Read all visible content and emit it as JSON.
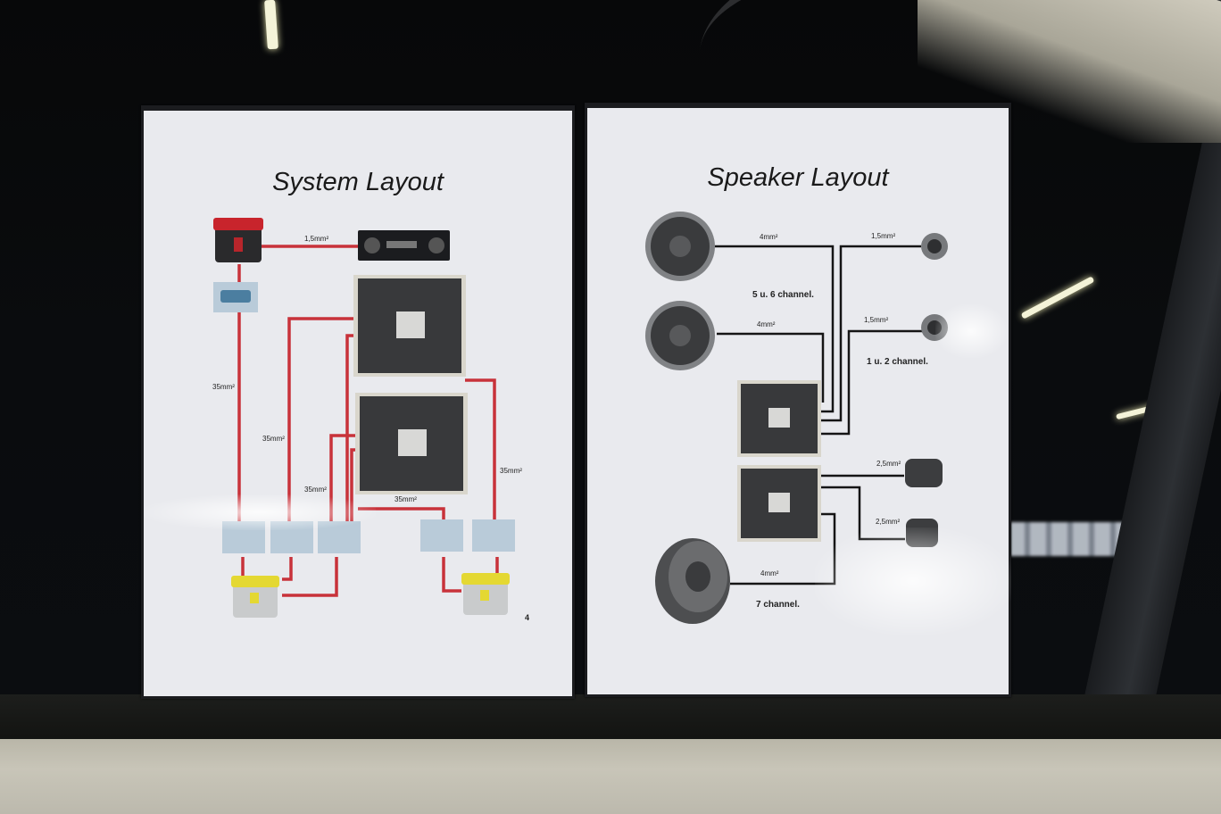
{
  "scene": {
    "description": "Two laminated diagram sheets displayed in a car side window"
  },
  "system_layout": {
    "title": "System Layout",
    "page_number": "4",
    "wire_labels": {
      "head_unit": "1,5mm²",
      "main_left": "35mm²",
      "mid_left": "35mm²",
      "amp2_left": "35mm²",
      "amp2_bottom": "35mm²",
      "right_side": "35mm²"
    },
    "components": [
      {
        "name": "Red top battery",
        "icon": "battery-red-icon"
      },
      {
        "name": "Head unit",
        "icon": "head-unit-icon"
      },
      {
        "name": "Fuse block",
        "icon": "fuse-block-icon"
      },
      {
        "name": "Amplifier 1",
        "icon": "amplifier-icon"
      },
      {
        "name": "Amplifier 2",
        "icon": "amplifier-icon"
      },
      {
        "name": "Distribution blocks",
        "icon": "fuse-block-icon",
        "count": 5
      },
      {
        "name": "Yellow top batteries",
        "icon": "battery-yellow-icon",
        "count": 2
      }
    ],
    "colors": {
      "power_wire": "#c8323a"
    }
  },
  "speaker_layout": {
    "title": "Speaker Layout",
    "wire_labels": {
      "mid1": "4mm²",
      "mid2": "4mm²",
      "tweeter1": "1,5mm²",
      "tweeter2": "1,5mm²",
      "rear1": "2,5mm²",
      "rear2": "2,5mm²",
      "sub": "4mm²"
    },
    "channel_labels": {
      "midrange": "5 u. 6 channel.",
      "tweeters": "1 u. 2 channel.",
      "subwoofer": "7 channel."
    },
    "components": [
      {
        "name": "Midrange woofers",
        "icon": "woofer-icon",
        "count": 2
      },
      {
        "name": "Tweeters",
        "icon": "tweeter-icon",
        "count": 2
      },
      {
        "name": "Amplifiers",
        "icon": "amplifier-icon",
        "count": 2
      },
      {
        "name": "Rear speakers",
        "icon": "speaker-icon",
        "count": 2
      },
      {
        "name": "Subwoofer",
        "icon": "subwoofer-icon"
      }
    ],
    "colors": {
      "speaker_wire": "#151515"
    }
  }
}
